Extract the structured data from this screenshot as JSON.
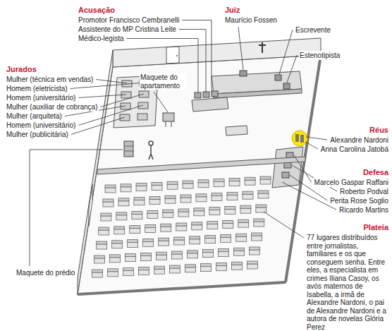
{
  "diagram": {
    "labels": [
      "Acusação",
      "Promotor Francisco Cembranelli",
      "Assistente do MP Cristina Leite",
      "Médico-legista",
      "Juiz",
      "Maurício Fossen",
      "Escrevente",
      "Estenotipista",
      "Jurados",
      "Mulher (técnica em vendas)",
      "Homem (eletricista)",
      "Homem (universitário)",
      "Mulher (auxiliar de cobrança)",
      "Mulher (arquiteta)",
      "Homem (universitário)",
      "Mulher (publicitária)",
      "Maquete do apartamento",
      "Réus",
      "Alexandre Nardoni",
      "Anna Carolina Jatobá",
      "Defesa",
      "Marcelo Gaspar Raffani",
      "Roberto Podval",
      "Perita Rose Soglio",
      "Ricardo Martins",
      "Plateia",
      "77 lugares distribuídos entre jornalistas, familiares e os que conseguem senha. Entre eles, a especialista em crimes Iliana Casoy, os avós maternos de Isabella, a irmã de Alexandre Nardoni, o pai de Alexandre Nardoni e a autora de novelas Glória Perez",
      "Maquete do prédio"
    ]
  }
}
